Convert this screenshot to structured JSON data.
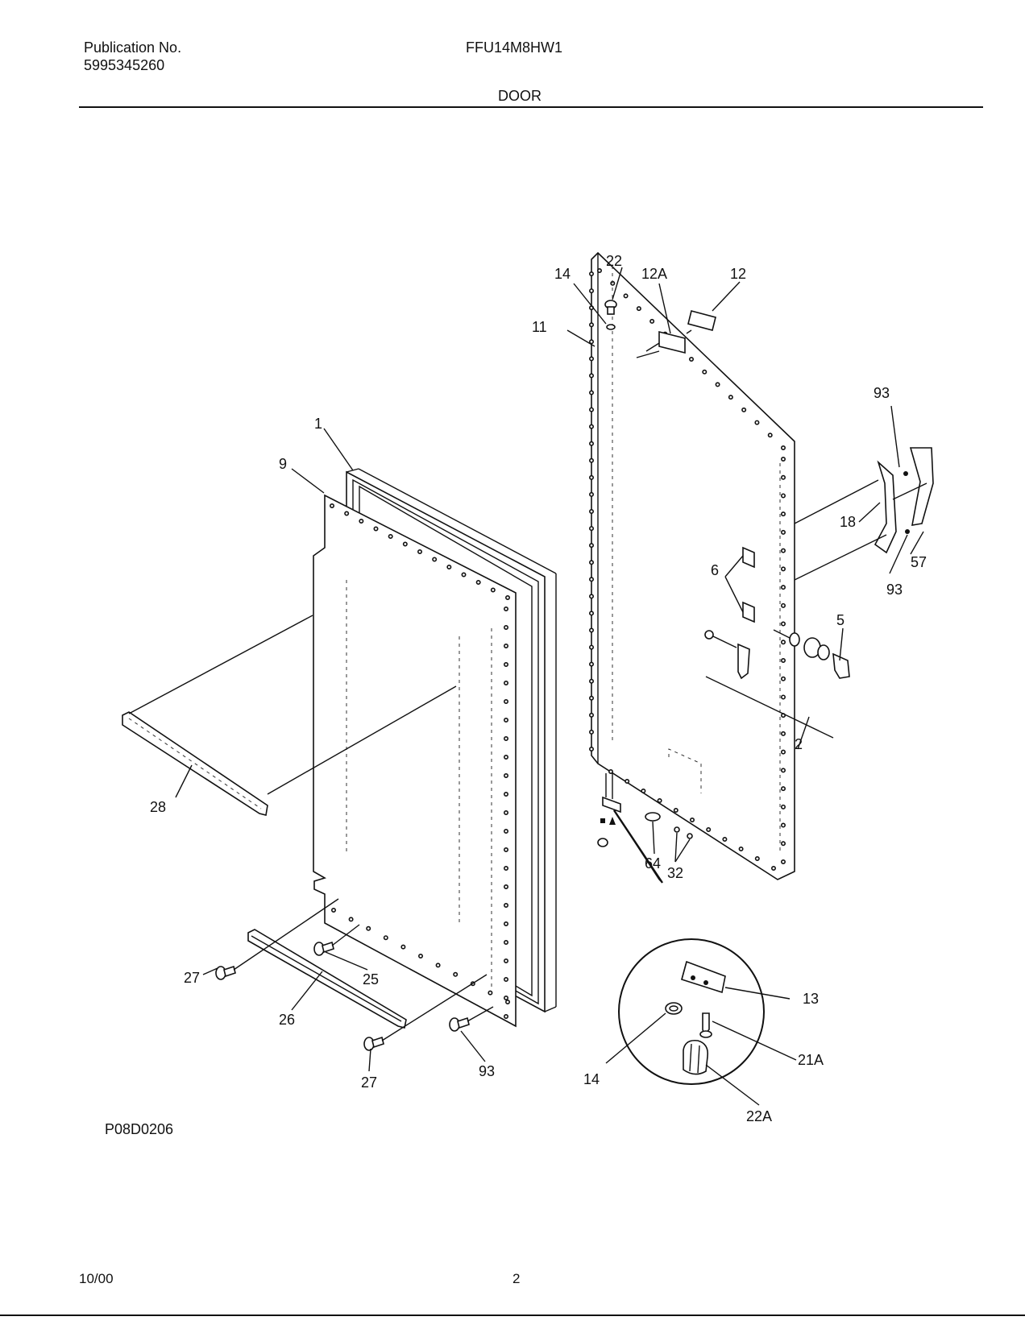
{
  "header": {
    "publication_label": "Publication No.",
    "publication_number": "5995345260",
    "model": "FFU14M8HW1",
    "section_title": "DOOR"
  },
  "figure_code": "P08D0206",
  "footer": {
    "date": "10/00",
    "page_number": "2"
  },
  "callouts": {
    "door_panel": "11",
    "screw_top": "22",
    "washer_top": "14",
    "label_12a": "12A",
    "label_12": "12",
    "gasket": "1",
    "inner_liner": "9",
    "screw_93_a": "93",
    "hinge_cover_18": "18",
    "trim_57": "57",
    "screw_93_b": "93",
    "bracket_6": "6",
    "lock_5": "5",
    "hinge_2": "2",
    "trim_28": "28",
    "plug_64": "64",
    "plugs_32": "32",
    "hinge_13": "13",
    "pin_21a": "21A",
    "washer_14_detail": "14",
    "bushing_22a": "22A",
    "rivet_27_a": "27",
    "screw_25": "25",
    "trim_26": "26",
    "rivet_27_b": "27",
    "screw_93_c": "93"
  }
}
